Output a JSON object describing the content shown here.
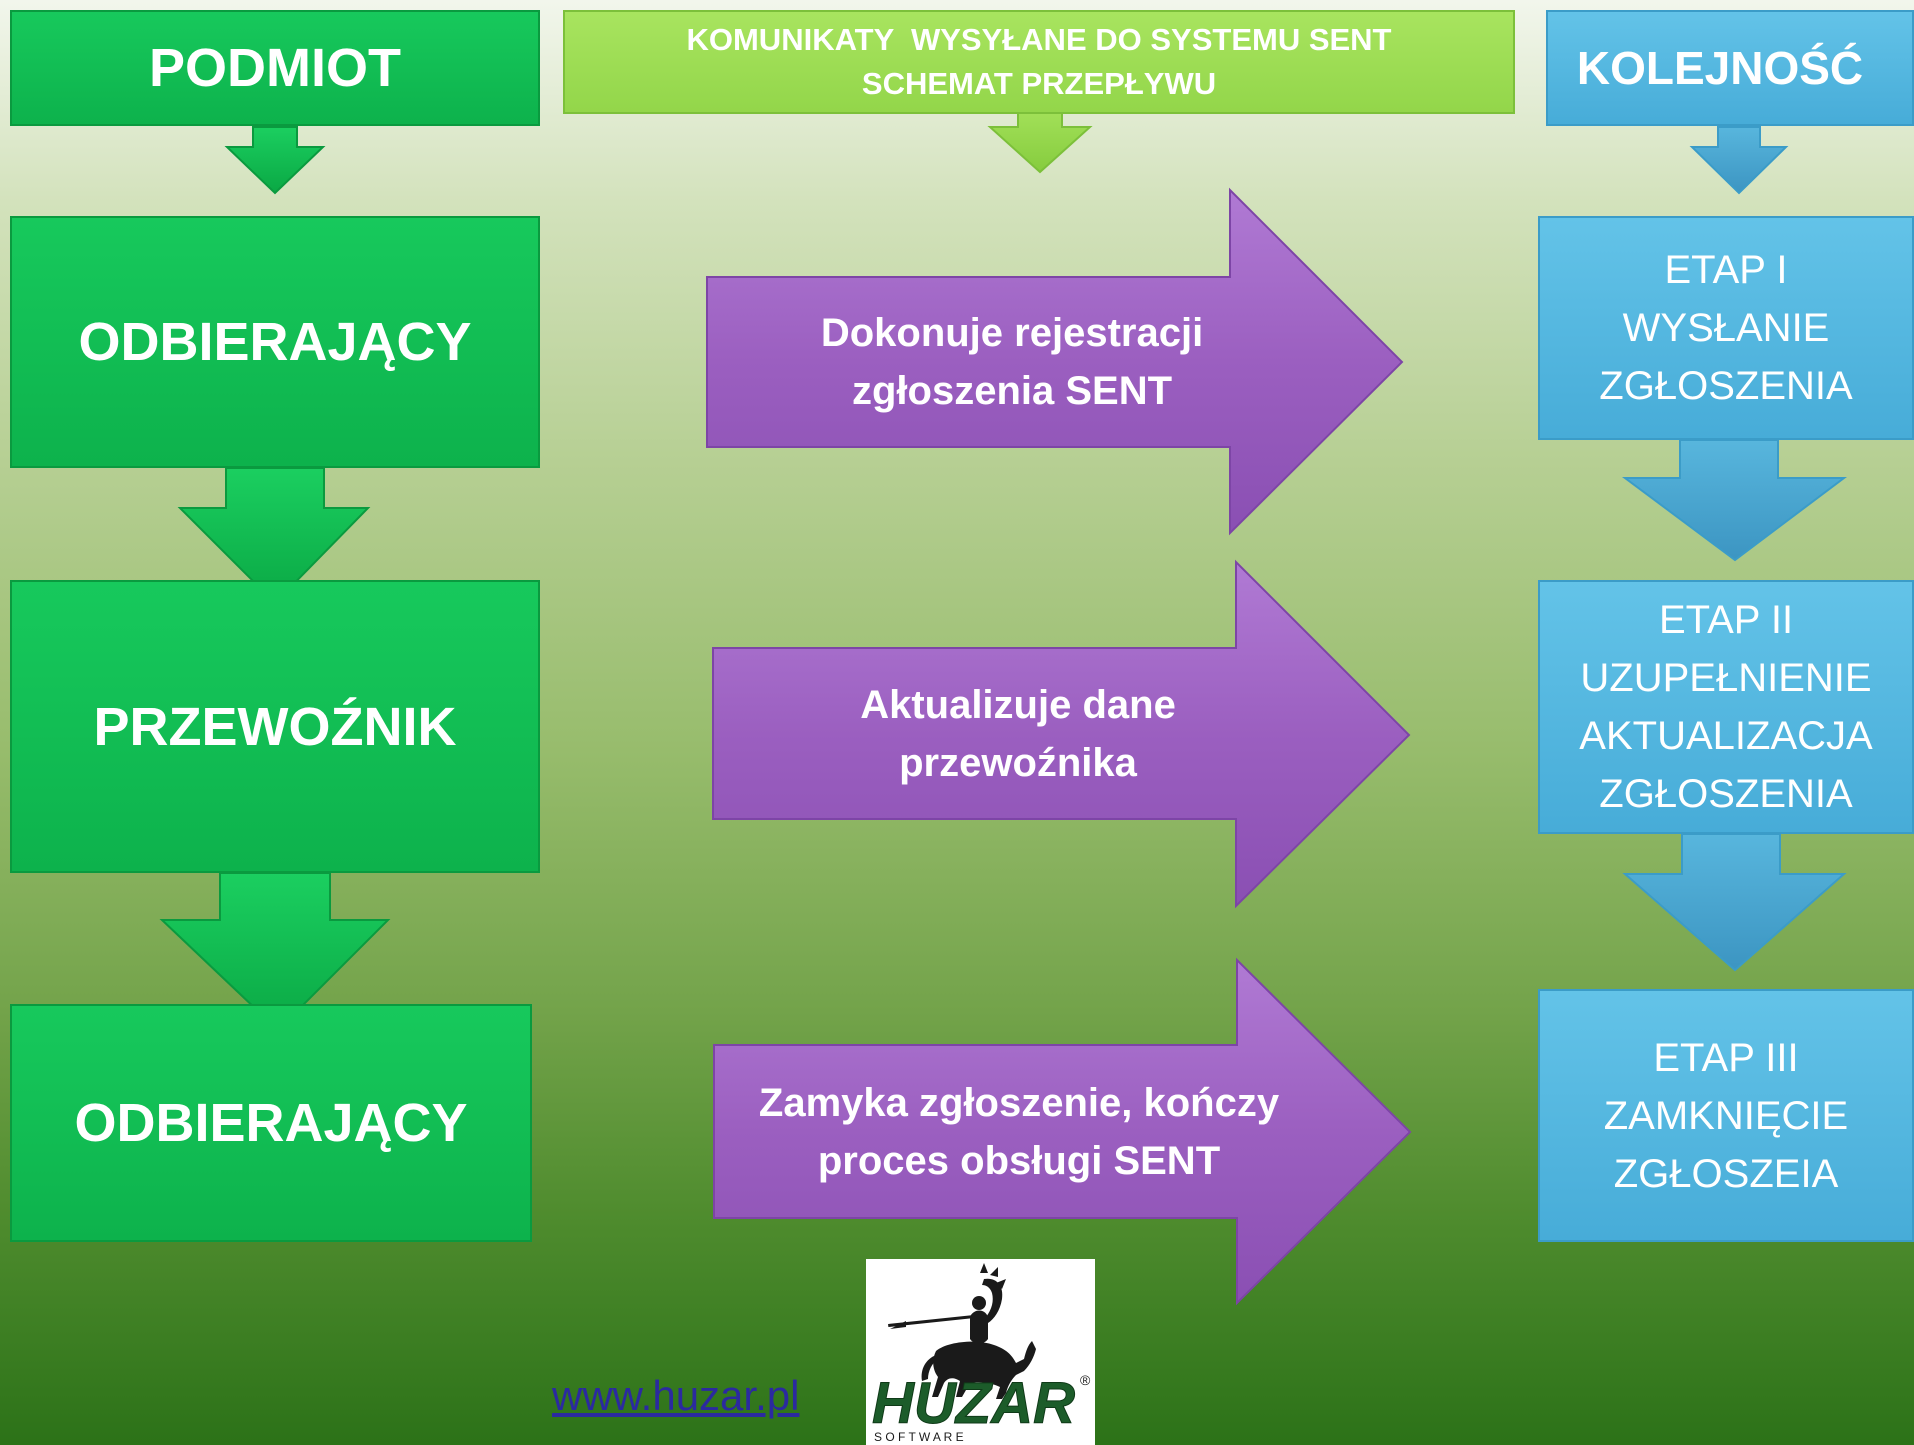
{
  "header": {
    "podmiot": "PODMIOT",
    "center_line1": "KOMUNIKATY  WYSYŁANE DO SYSTEMU SENT",
    "center_line2": "SCHEMAT PRZEPŁYWU",
    "kolejnosc": "KOLEJNOŚĆ"
  },
  "entities": [
    {
      "label": "ODBIERAJĄCY"
    },
    {
      "label": "PRZEWOŹNIK"
    },
    {
      "label": "ODBIERAJĄCY"
    }
  ],
  "messages": [
    {
      "line1": "Dokonuje rejestracji",
      "line2": "zgłoszenia SENT"
    },
    {
      "line1": "Aktualizuje dane",
      "line2": "przewoźnika"
    },
    {
      "line1": "Zamyka zgłoszenie, kończy",
      "line2": "proces obsługi SENT"
    }
  ],
  "stages": [
    {
      "lines": [
        "ETAP I",
        "WYSŁANIE",
        "ZGŁOSZENIA"
      ]
    },
    {
      "lines": [
        "ETAP II",
        "UZUPEŁNIENIE",
        "AKTUALIZACJA",
        "ZGŁOSZENIA"
      ]
    },
    {
      "lines": [
        "ETAP III",
        "ZAMKNIĘCIE",
        "ZGŁOSZEIA"
      ]
    }
  ],
  "footer": {
    "website": "www.huzar.pl",
    "logo_word": "HUZAR",
    "logo_sub": "S O F T W A R E",
    "logo_mark": "®"
  },
  "colors": {
    "entity_green": "#0db24c",
    "header_lime": "#93d64a",
    "message_purple": "#9b5fc0",
    "stage_blue": "#47acd8"
  }
}
